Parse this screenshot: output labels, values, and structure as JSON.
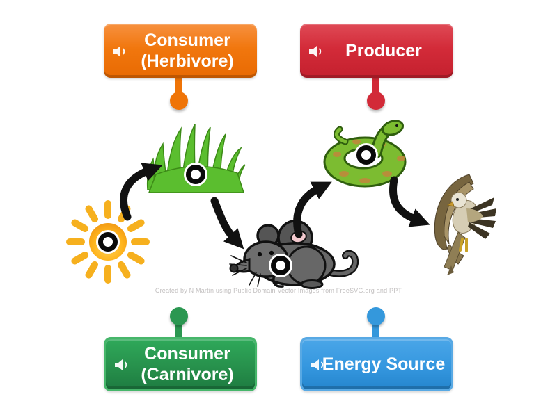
{
  "labels": [
    {
      "id": "consumer-herbivore",
      "text": "Consumer (Herbivore)",
      "color": "#F1770E",
      "icon": "speaker-icon"
    },
    {
      "id": "producer",
      "text": "Producer",
      "color": "#D32B39",
      "icon": "speaker-icon"
    },
    {
      "id": "consumer-carnivore",
      "text": "Consumer (Carnivore)",
      "color": "#27914C",
      "icon": "speaker-icon"
    },
    {
      "id": "energy-source",
      "text": "Energy Source",
      "color": "#3597DF",
      "icon": "speaker-icon"
    }
  ],
  "diagram": {
    "nodes": [
      "sun",
      "grass",
      "mouse",
      "snake",
      "hawk"
    ],
    "target_dots": [
      "sun",
      "grass",
      "mouse",
      "snake"
    ],
    "arrows": [
      "sun-to-grass",
      "grass-to-mouse",
      "mouse-to-snake",
      "snake-to-hawk"
    ],
    "dot_style": {
      "ring": "#0a0a0a",
      "center": "#ffffff"
    }
  },
  "attribution": {
    "text": "Created by N Martin using Public Domain Vector Images from FreeSVG.org and PPT"
  }
}
